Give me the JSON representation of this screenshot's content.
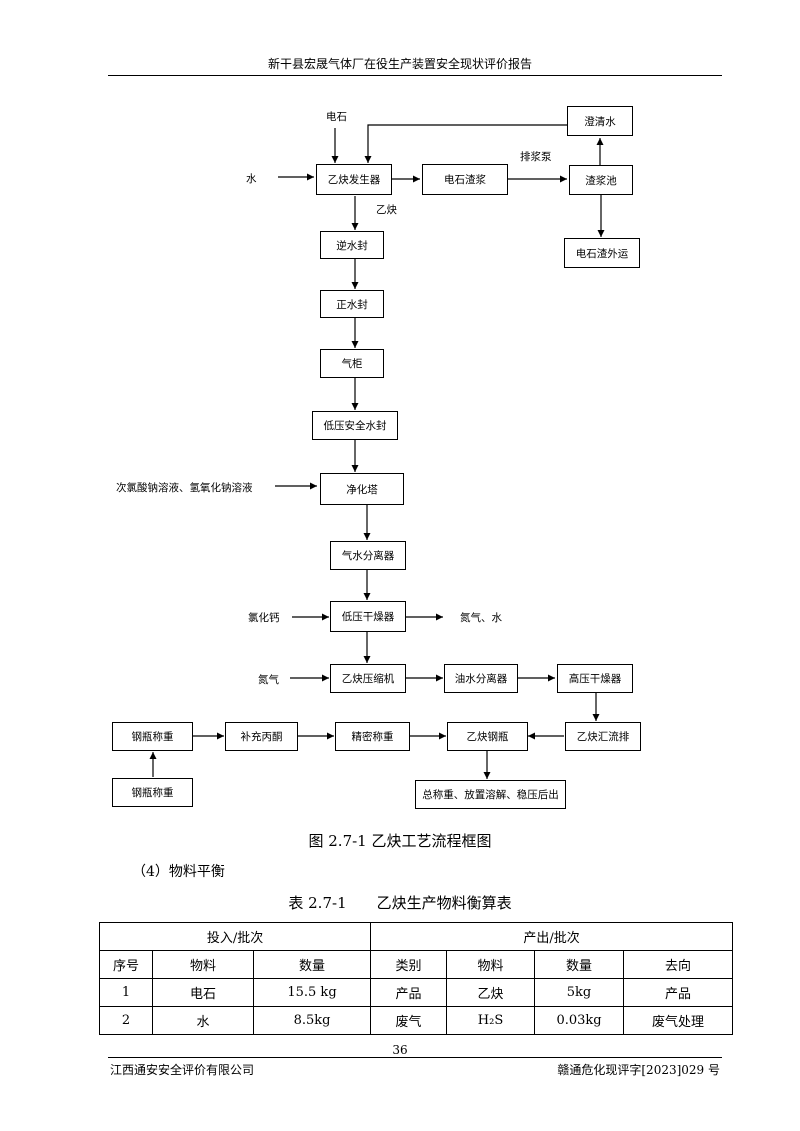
{
  "header": {
    "title": "新干县宏晟气体厂在役生产装置安全现状评价报告"
  },
  "flow": {
    "boxes": {
      "generator": "乙炔发生器",
      "slurry": "电石渣浆",
      "tank": "渣浆池",
      "clear_water": "澄清水",
      "residue_out": "电石渣外运",
      "reverse_seal": "逆水封",
      "forward_seal": "正水封",
      "gasholder": "气柜",
      "lp_seal": "低压安全水封",
      "purifier": "净化塔",
      "gw_separator": "气水分离器",
      "lp_dryer": "低压干燥器",
      "compressor": "乙炔压缩机",
      "ow_separator": "油水分离器",
      "hp_dryer": "高压干燥器",
      "manifold": "乙炔汇流排",
      "cylinder": "乙炔钢瓶",
      "precise_weigh": "精密称重",
      "acetone": "补充丙酮",
      "weigh_right": "钢瓶称重",
      "weigh_left": "钢瓶称重",
      "final": "总称重、放置溶解、稳压后出"
    },
    "labels": {
      "carbide": "电石",
      "water": "水",
      "pump": "排浆泵",
      "acetylene": "乙炔",
      "reagents": "次氯酸钠溶液、氢氧化钠溶液",
      "cacl2": "氯化钙",
      "n2_water": "氮气、水",
      "nitrogen": "氮气"
    }
  },
  "figure_caption": "图 2.7-1 乙炔工艺流程框图",
  "section": "（4）物料平衡",
  "table_caption": "表 2.7-1　　乙炔生产物料衡算表",
  "table": {
    "group_in": "投入/批次",
    "group_out": "产出/批次",
    "headers": [
      "序号",
      "物料",
      "数量",
      "类别",
      "物料",
      "数量",
      "去向"
    ],
    "rows": [
      [
        "1",
        "电石",
        "15.5 kg",
        "产品",
        "乙炔",
        "5kg",
        "产品"
      ],
      [
        "2",
        "水",
        "8.5kg",
        "废气",
        "H₂S",
        "0.03kg",
        "废气处理"
      ]
    ]
  },
  "page_number": "36",
  "footer": {
    "left": "江西通安安全评价有限公司",
    "right": "赣通危化现评字[2023]029 号"
  }
}
